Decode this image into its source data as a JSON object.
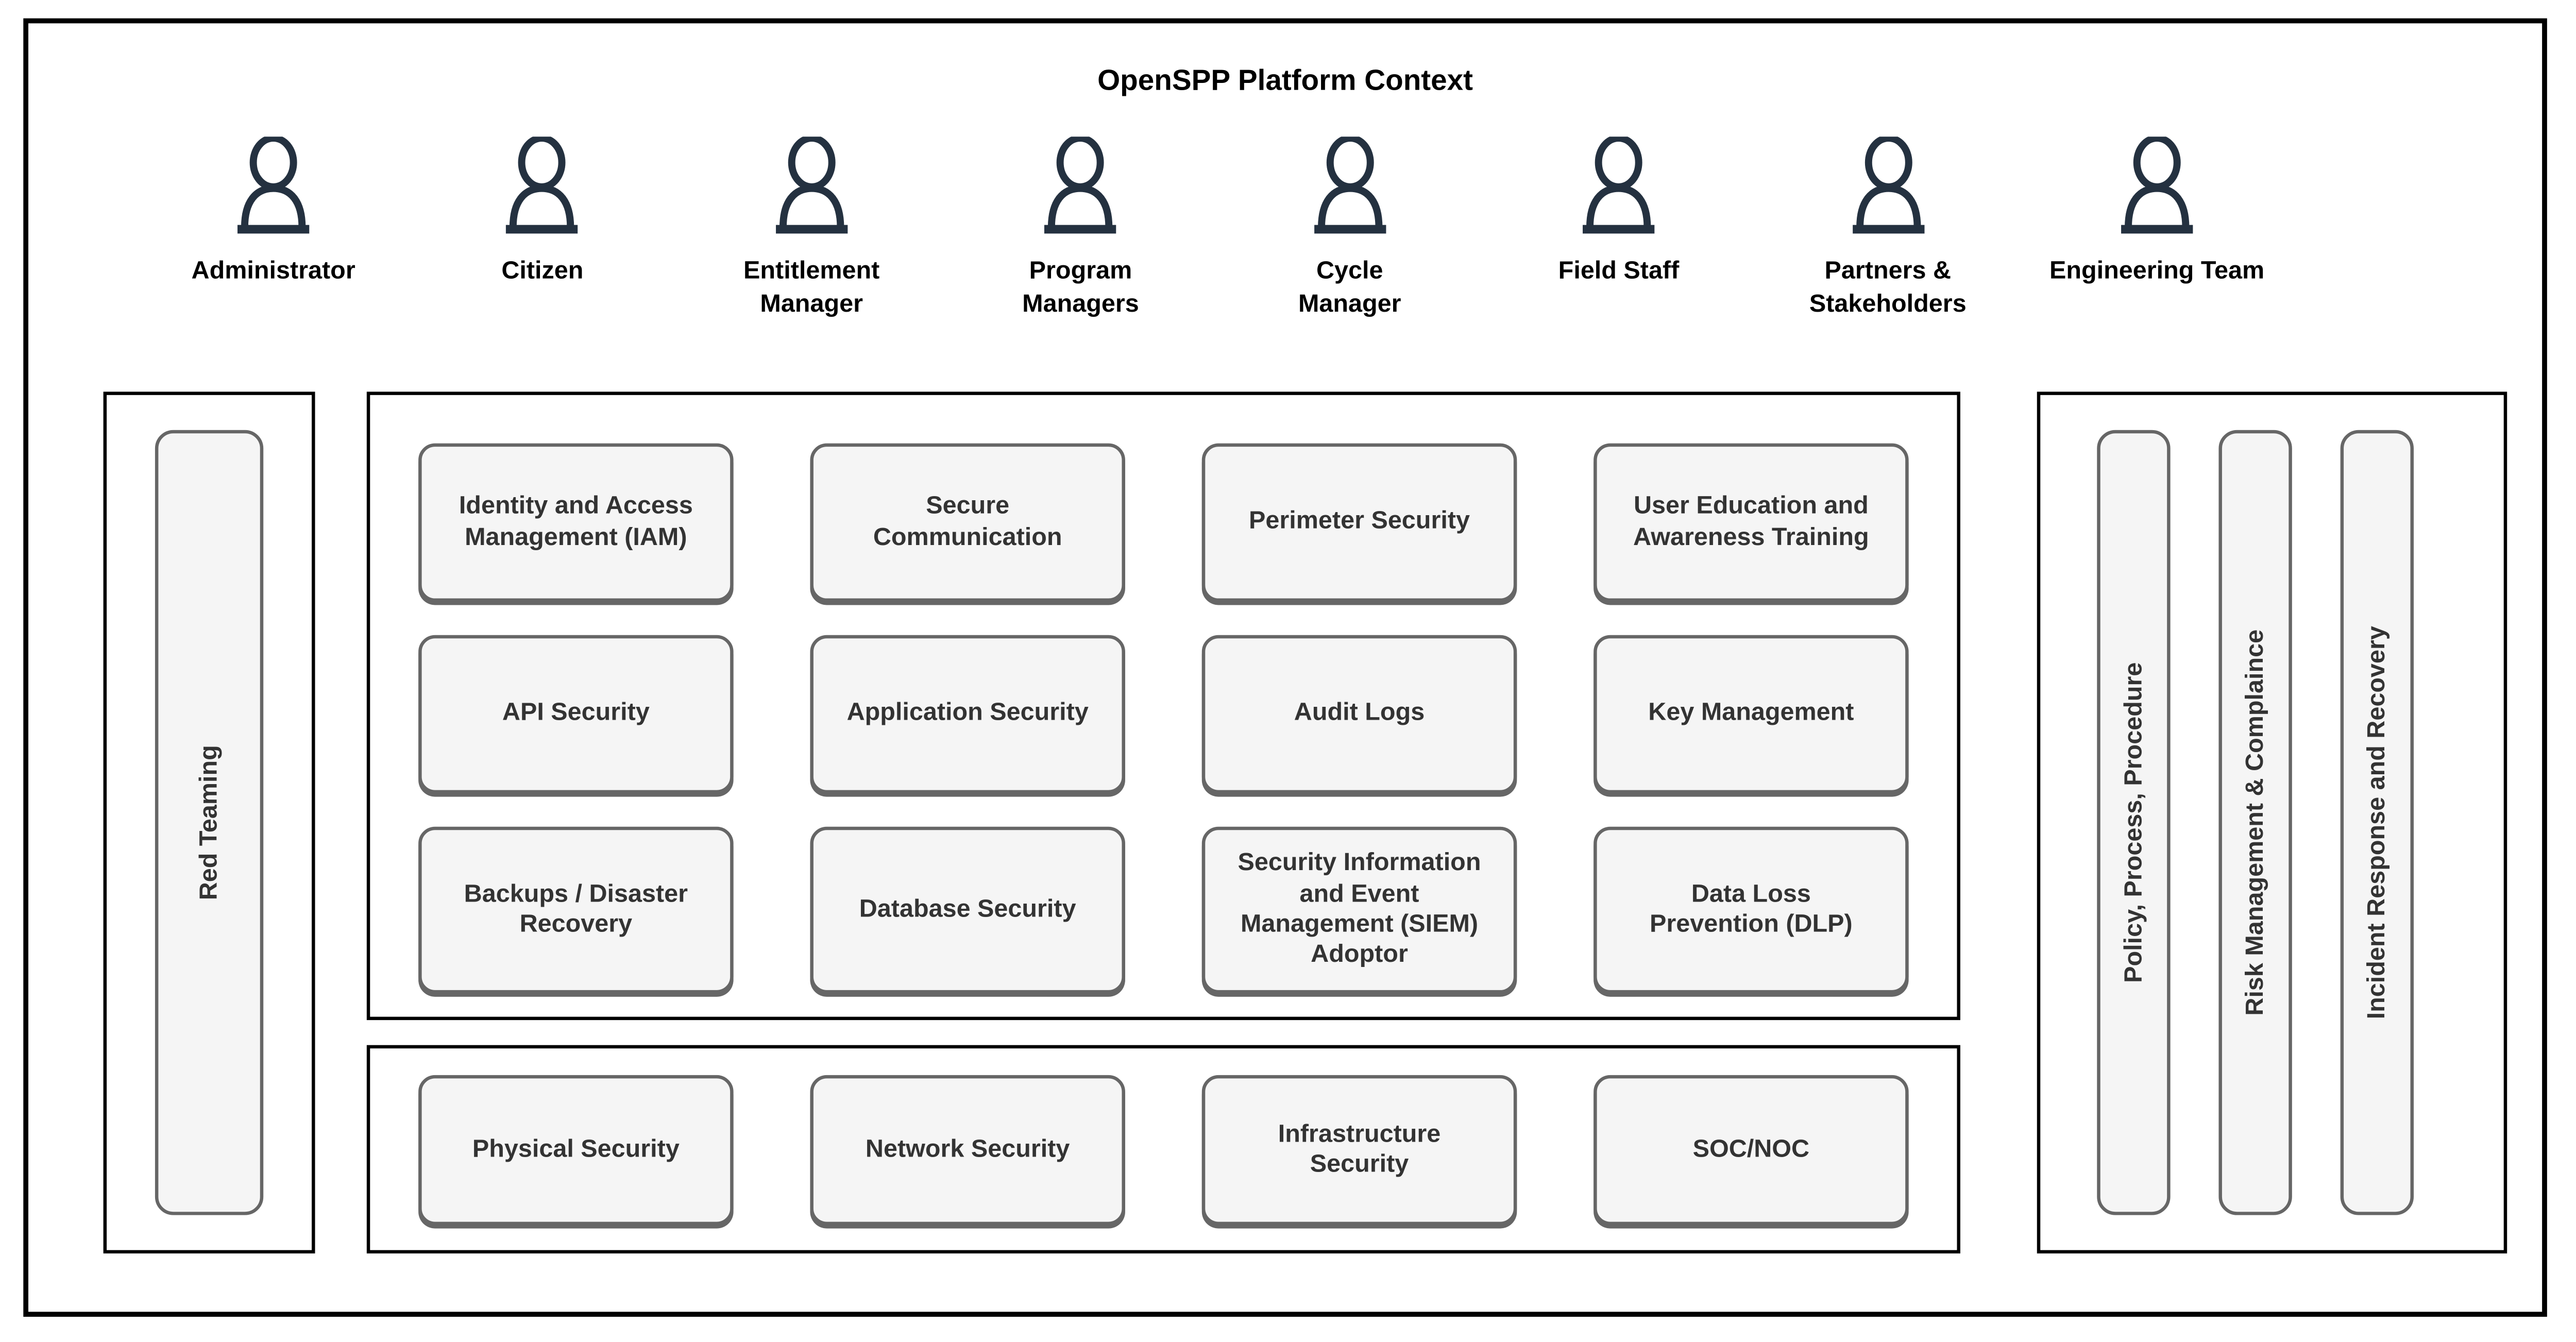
{
  "title": "OpenSPP Platform Context",
  "actors": [
    {
      "label": "Administrator"
    },
    {
      "label": "Citizen"
    },
    {
      "label": "Entitlement\nManager"
    },
    {
      "label": "Program\nManagers"
    },
    {
      "label": "Cycle\nManager"
    },
    {
      "label": "Field Staff"
    },
    {
      "label": "Partners &\nStakeholders"
    },
    {
      "label": "Engineering Team"
    }
  ],
  "red_team_panel": {
    "label": "Red Teaming"
  },
  "security_controls": [
    {
      "label": "Identity and Access\nManagement (IAM)"
    },
    {
      "label": "Secure\nCommunication"
    },
    {
      "label": "Perimeter Security"
    },
    {
      "label": "User Education and\nAwareness Training"
    },
    {
      "label": "API Security"
    },
    {
      "label": "Application Security"
    },
    {
      "label": "Audit Logs"
    },
    {
      "label": "Key Management"
    },
    {
      "label": "Backups / Disaster\nRecovery"
    },
    {
      "label": "Database Security"
    },
    {
      "label": "Security Information\nand Event\nManagement (SIEM)\nAdoptor"
    },
    {
      "label": "Data Loss\nPrevention (DLP)"
    }
  ],
  "infrastructure_controls": [
    {
      "label": "Physical Security"
    },
    {
      "label": "Network Security"
    },
    {
      "label": "Infrastructure\nSecurity"
    },
    {
      "label": "SOC/NOC"
    }
  ],
  "governance_panels": [
    {
      "label": "Policy, Process, Procedure"
    },
    {
      "label": "Risk Management & Complaince"
    },
    {
      "label": "Incident Response and Recovery"
    }
  ],
  "colors": {
    "frame_border": "#000000",
    "node_fill": "#f5f5f5",
    "node_border": "#666666",
    "node_text": "#333333",
    "actor_icon": "#243140",
    "background": "#ffffff"
  }
}
